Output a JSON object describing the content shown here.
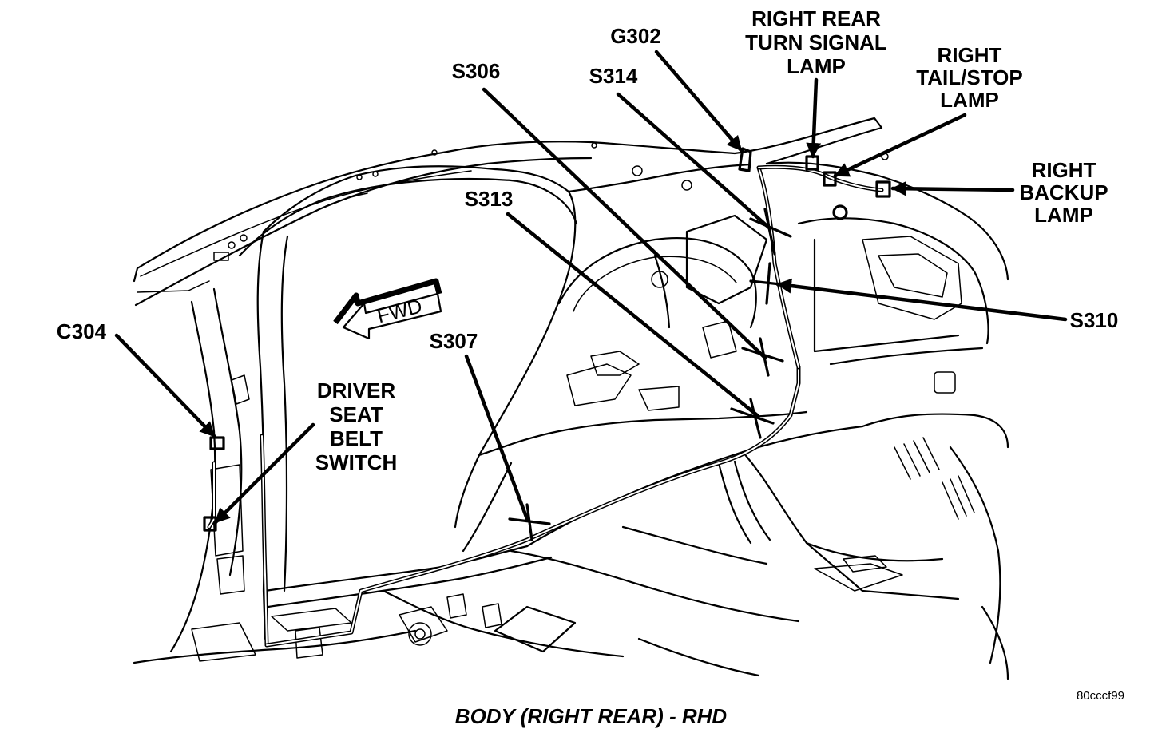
{
  "diagram": {
    "caption": "BODY (RIGHT REAR) - RHD",
    "reference_code": "80cccf99",
    "direction_marker": "FWD",
    "labels": {
      "g302": "G302",
      "right_rear_turn_signal_lamp": [
        "RIGHT REAR",
        "TURN SIGNAL",
        "LAMP"
      ],
      "right_tail_stop_lamp": [
        "RIGHT",
        "TAIL/STOP",
        "LAMP"
      ],
      "s306": "S306",
      "s314": "S314",
      "right_backup_lamp": [
        "RIGHT",
        "BACKUP",
        "LAMP"
      ],
      "s313": "S313",
      "s310": "S310",
      "c304": "C304",
      "s307": "S307",
      "driver_seat_belt_switch": [
        "DRIVER",
        "SEAT",
        "BELT",
        "SWITCH"
      ]
    }
  }
}
